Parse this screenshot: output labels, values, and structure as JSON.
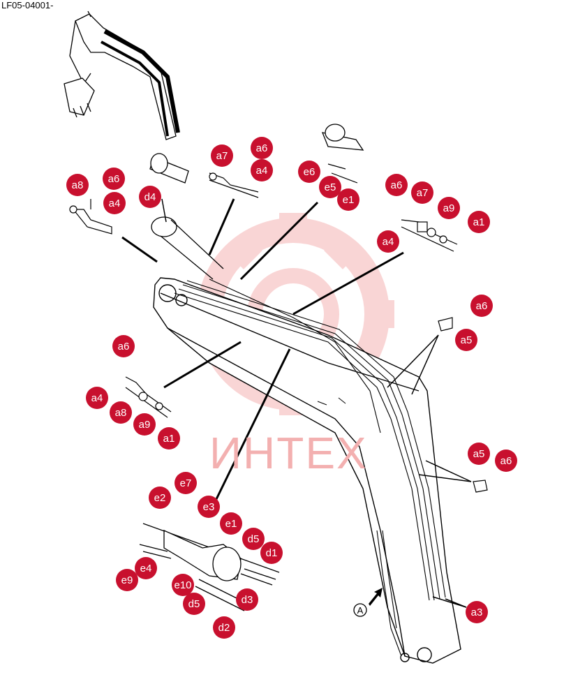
{
  "document": {
    "code": "LF05-04001-"
  },
  "watermark": {
    "text": "ИНТЕХ",
    "color": "#f3b0b0"
  },
  "colors": {
    "callout_fill": "#c8102e",
    "callout_text": "#ffffff",
    "line": "#000000"
  },
  "view_marker": {
    "label": "A"
  },
  "callouts": [
    "a8",
    "a6",
    "a4",
    "a7",
    "a6",
    "a4",
    "e6",
    "e5",
    "e1",
    "a6",
    "a7",
    "a9",
    "a1",
    "a4",
    "d4",
    "a6",
    "a5",
    "a6",
    "a4",
    "a8",
    "a9",
    "a1",
    "a5",
    "a6",
    "e7",
    "e2",
    "e3",
    "e1",
    "d5",
    "d1",
    "e4",
    "e9",
    "e10",
    "d5",
    "d3",
    "d2",
    "a3"
  ]
}
